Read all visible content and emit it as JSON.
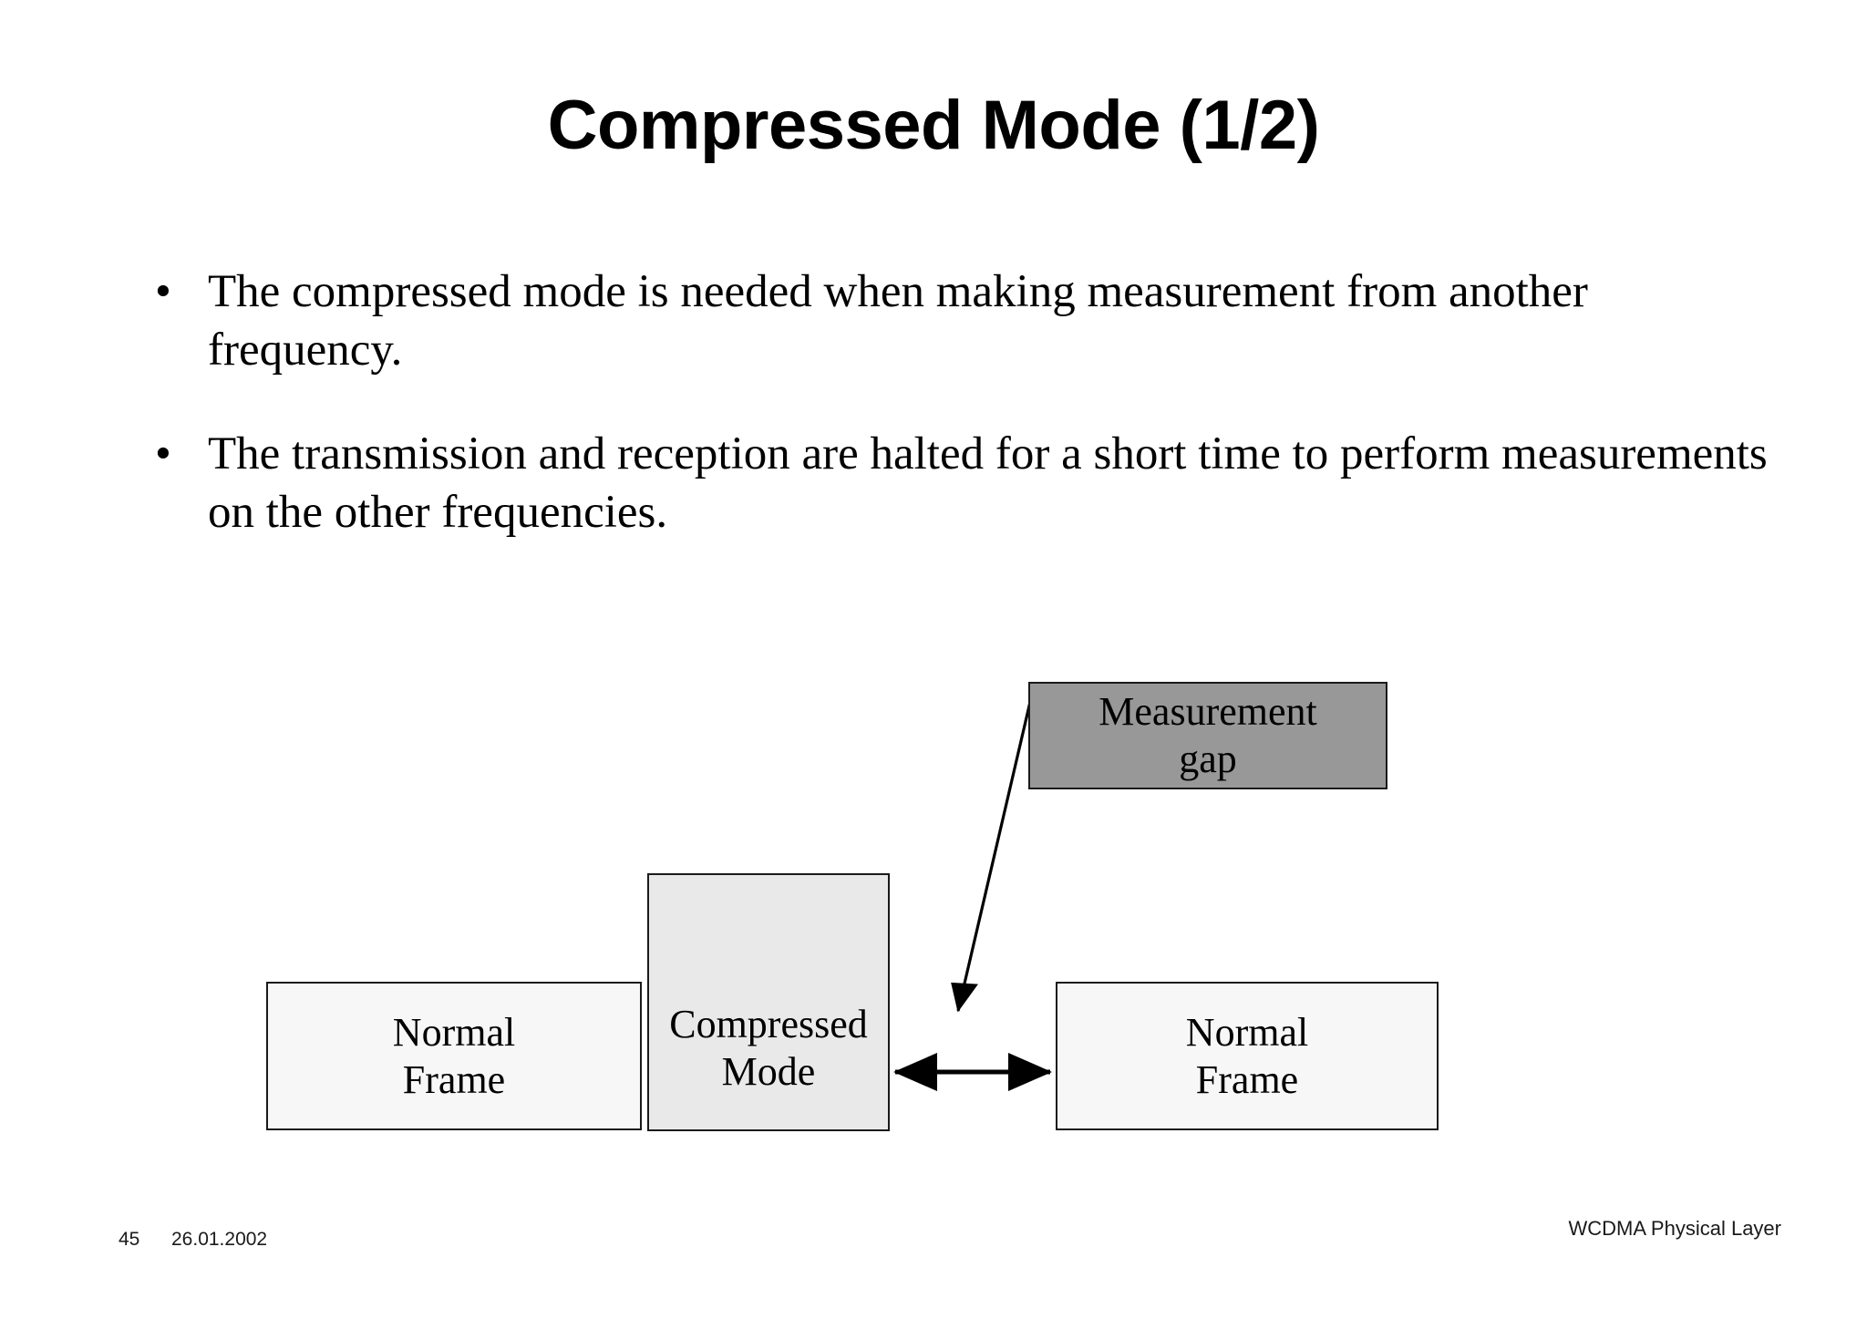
{
  "slide": {
    "title": "Compressed Mode (1/2)",
    "bullet_marker": "•",
    "bullets": [
      "The compressed mode is needed when making measurement from another frequency.",
      "The transmission and reception are halted for a short time to perform measurements on the other frequencies."
    ]
  },
  "diagram": {
    "measurement_gap": {
      "label_line1": "Measurement",
      "label_line2": "gap",
      "fill": "#989898",
      "border": "#1a1a1a"
    },
    "normal_frame_left": {
      "label_line1": "Normal",
      "label_line2": "Frame",
      "fill": "#f7f7f7",
      "border": "#1a1a1a"
    },
    "compressed_mode": {
      "label_line1": "Compressed",
      "label_line2": "Mode",
      "fill": "#e9e9e9",
      "border": "#1a1a1a"
    },
    "normal_frame_right": {
      "label_line1": "Normal",
      "label_line2": "Frame",
      "fill": "#f7f7f7",
      "border": "#1a1a1a"
    },
    "pointer_arrow_name": "measurement-gap-pointer-arrow",
    "span_arrow_name": "gap-span-double-arrow",
    "stroke": "#000000"
  },
  "footer": {
    "page_number": "45",
    "date": "26.01.2002",
    "source": "WCDMA Physical Layer"
  }
}
